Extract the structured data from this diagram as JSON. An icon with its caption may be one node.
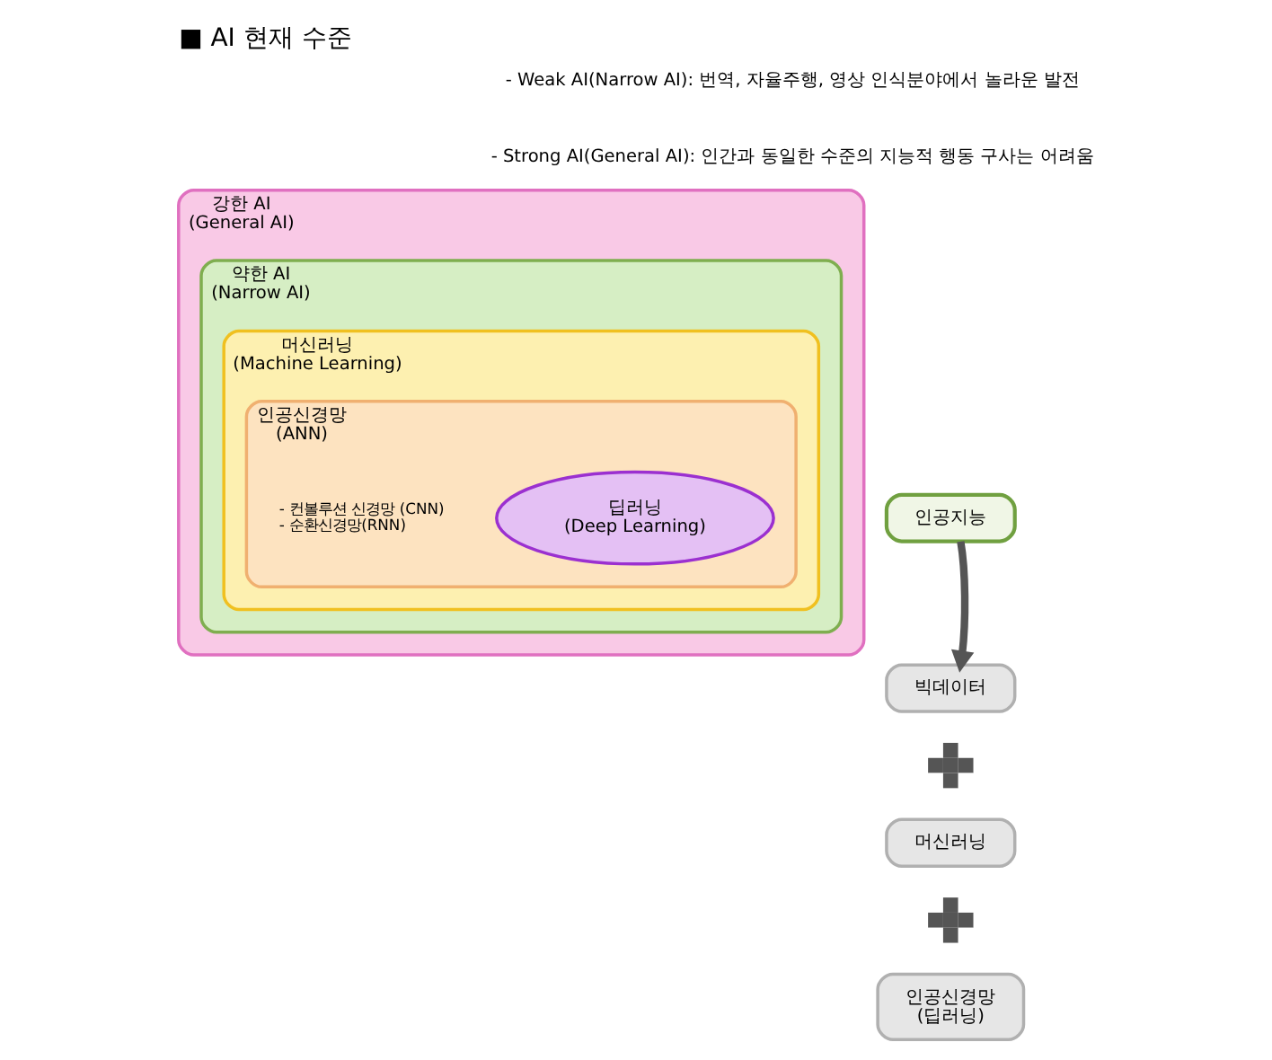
{
  "diagram": {
    "title": "■ AI 현재 수준",
    "nodes": [
      {
        "text": [
          "강한 AI",
          "(General AI)"
        ]
      },
      {
        "text": [
          "약한 AI",
          "(Narrow AI)"
        ],
        "in": 0
      },
      {
        "text": [
          "머신러닝",
          "(Machine Learning)"
        ],
        "in": 1
      },
      {
        "text": [
          "인공신경망",
          "(ANN)"
        ],
        "in": 2
      },
      {
        "text": [
          "딥러닝",
          "(Deep Learning)"
        ],
        "in": 3,
        "beside": [
          "- 컨볼루션 신경망 (CNN)",
          "- 순환신경망(RNN)"
        ]
      },
      {
        "text": [
          "인공지능"
        ]
      },
      {
        "text": [
          "빅데이터"
        ]
      },
      {
        "text": [],
        "shape": "plus"
      },
      {
        "text": [
          "머신러닝"
        ]
      },
      {
        "text": [],
        "shape": "plus"
      },
      {
        "text": [
          "인공신경망",
          "(딥러닝)"
        ]
      }
    ],
    "edges": [
      {
        "from": 5,
        "to": 6,
        "arrow": "to"
      }
    ],
    "labels": [
      "- Weak AI(Narrow AI): 번역, 자율주행, 영상 인식분야에서 놀라운 발전",
      "- Strong AI(General AI): 인간과 동일한 수준의 지능적 행동 구사는 어려움"
    ]
  }
}
